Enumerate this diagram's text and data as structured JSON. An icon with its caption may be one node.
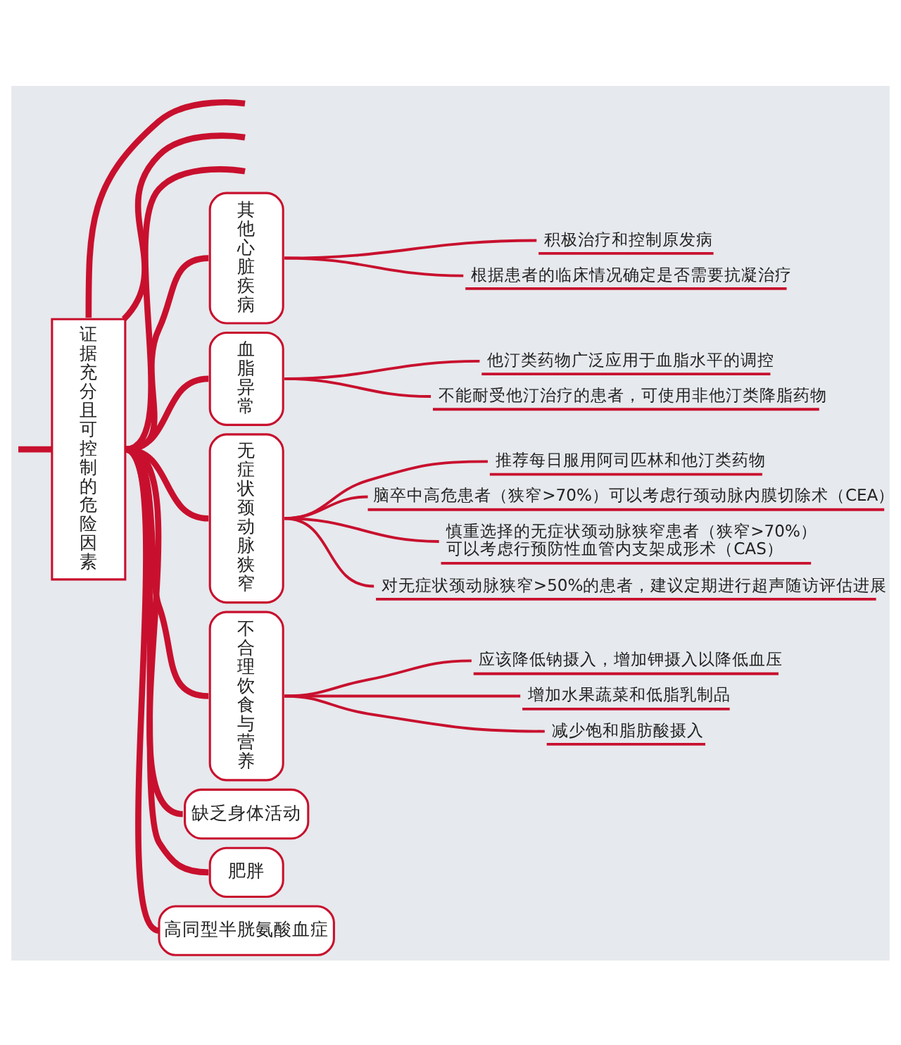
{
  "diagram": {
    "nodes": [
      {
        "text": [
          "证据充分且可控制的危险因素"
        ]
      },
      {
        "text": [
          "其他心脏疾病"
        ]
      },
      {
        "text": [
          "积极治疗和控制原发病"
        ]
      },
      {
        "text": [
          "根据患者的临床情况确定是否需要抗凝治疗"
        ]
      },
      {
        "text": [
          "血脂异常"
        ]
      },
      {
        "text": [
          "他汀类药物广泛应用于血脂水平的调控"
        ]
      },
      {
        "text": [
          "不能耐受他汀治疗的患者，可使用非他汀类降脂药物"
        ]
      },
      {
        "text": [
          "无症状颈动脉狭窄"
        ]
      },
      {
        "text": [
          "推荐每日服用阿司匹林和他汀类药物"
        ]
      },
      {
        "text": [
          "脑卒中高危患者（狭窄>70%）可以考虑行颈动脉内膜切除术（CEA）"
        ]
      },
      {
        "text": [
          "慎重选择的无症状颈动脉狭窄患者（狭窄>70%）可以考虑行预防性血管内支架成形术（CAS）"
        ]
      },
      {
        "text": [
          "对无症状颈动脉狭窄>50%的患者，建议定期进行超声随访评估进展"
        ]
      },
      {
        "text": [
          "不合理饮食与营养"
        ]
      },
      {
        "text": [
          "应该降低钠摄入，增加钾摄入以降低血压"
        ]
      },
      {
        "text": [
          "增加水果蔬菜和低脂乳制品"
        ]
      },
      {
        "text": [
          "减少饱和脂肪酸摄入"
        ]
      },
      {
        "text": [
          "缺乏身体活动"
        ]
      },
      {
        "text": [
          "肥胖"
        ]
      },
      {
        "text": [
          "高同型半胱氨酸血症"
        ]
      }
    ],
    "edges": [
      {
        "from": null,
        "to": 0,
        "arrow": "none",
        "style": "thick"
      },
      {
        "from": 0,
        "to": null,
        "arrow": "none",
        "style": "thick"
      },
      {
        "from": 0,
        "to": null,
        "arrow": "none",
        "style": "thick"
      },
      {
        "from": 0,
        "to": null,
        "arrow": "none",
        "style": "thick"
      },
      {
        "from": 0,
        "to": 1,
        "arrow": "none",
        "style": "thick"
      },
      {
        "from": 1,
        "to": 2,
        "arrow": "none"
      },
      {
        "from": 1,
        "to": 3,
        "arrow": "none"
      },
      {
        "from": 0,
        "to": 4,
        "arrow": "none",
        "style": "thick"
      },
      {
        "from": 4,
        "to": 5,
        "arrow": "none"
      },
      {
        "from": 4,
        "to": 6,
        "arrow": "none"
      },
      {
        "from": 0,
        "to": 7,
        "arrow": "none",
        "style": "thick"
      },
      {
        "from": 7,
        "to": 8,
        "arrow": "none"
      },
      {
        "from": 7,
        "to": 9,
        "arrow": "none"
      },
      {
        "from": 7,
        "to": 10,
        "arrow": "none"
      },
      {
        "from": 7,
        "to": 11,
        "arrow": "none"
      },
      {
        "from": 0,
        "to": 12,
        "arrow": "none",
        "style": "thick"
      },
      {
        "from": 12,
        "to": 13,
        "arrow": "none"
      },
      {
        "from": 12,
        "to": 14,
        "arrow": "none"
      },
      {
        "from": 12,
        "to": 15,
        "arrow": "none"
      },
      {
        "from": 0,
        "to": 16,
        "arrow": "none",
        "style": "thick"
      },
      {
        "from": 0,
        "to": 17,
        "arrow": "none",
        "style": "thick"
      },
      {
        "from": 0,
        "to": 18,
        "arrow": "none",
        "style": "thick"
      }
    ]
  }
}
